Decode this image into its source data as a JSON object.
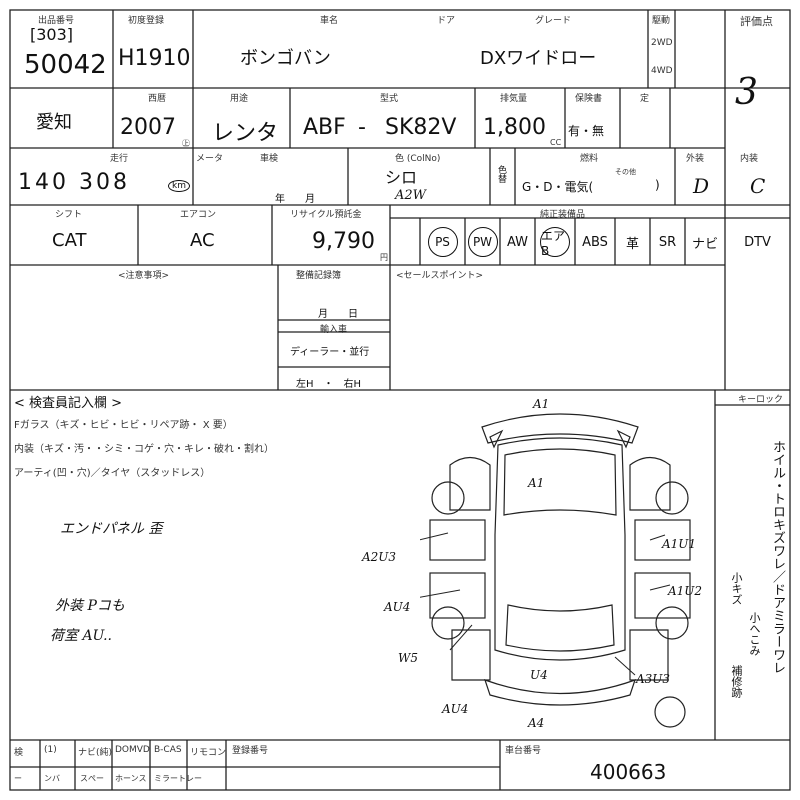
{
  "header": {
    "lot_label": "出品番号",
    "lot_sub": "[303]",
    "lot_no": "50042",
    "first_reg_label": "初度登録",
    "first_reg": "H1910",
    "model_name_label": "車名",
    "door_label": "ドア",
    "grade_label": "グレード",
    "model_name": "ボンゴバン",
    "grade": "DXワイドロー",
    "drive_label": "駆動",
    "drive_2wd": "2WD",
    "drive_4wd": "4WD",
    "score_label": "評価点",
    "score": "3"
  },
  "row2": {
    "region": "愛知",
    "year_label": "西暦",
    "year": "2007",
    "use_label": "用途",
    "use": "レンタ",
    "type_label": "型式",
    "type_prefix": "ABF",
    "type_dash": "-",
    "type_code": "SK82V",
    "cc_label": "排気量",
    "cc": "1,800",
    "cc_unit": "CC",
    "ins_label": "保険書",
    "ins": "有・無",
    "cap_label": "定",
    "yen_mark": "㊤"
  },
  "row3": {
    "mileage_label": "走行",
    "mileage": "140 308",
    "mileage_unit": "km",
    "meter_label": "メータ",
    "inspect_label": "車検",
    "inspect_ym": "年　　月",
    "color_label": "色 (ColNo)",
    "color": "シロ",
    "color_code": "A2W",
    "change_label": "色替",
    "fuel_label": "燃料",
    "fuel": "G・D・電気(",
    "fuel_other": "その他",
    "fuel_close": ")",
    "ext_label": "外装",
    "ext": "D",
    "int_label": "内装",
    "int": "C"
  },
  "row4": {
    "shift_label": "シフト",
    "shift": "CAT",
    "ac_label": "エアコン",
    "ac": "AC",
    "recycle_label": "リサイクル預託金",
    "recycle": "9,790",
    "recycle_unit": "円",
    "equip_label": "純正装備品",
    "equip": [
      "PS",
      "PW",
      "AW",
      "エアB",
      "ABS",
      "革",
      "SR",
      "ナビ",
      "DTV"
    ],
    "circled": [
      true,
      true,
      false,
      true,
      false,
      false,
      false,
      false,
      false
    ]
  },
  "notes": {
    "caution_label": "<注意事項>",
    "record_label": "整備記録簿",
    "md_label": "月　　日",
    "entry_label": "輸入車",
    "dealer": "ディーラー・並行",
    "handle": "左H　・　右H",
    "sales_label": "<セールスポイント>"
  },
  "inspector": {
    "title": "< 検査員記入欄 >",
    "glass": "Fガラス（キズ・ヒビ・ヒビ・リペア跡・ X 要）",
    "interior": "内装（キズ・汚・・シミ・コゲ・穴・キレ・破れ・割れ）",
    "tire": "アーティ(凹・穴)／タイヤ（スタッドレス）",
    "note1": "エンドパネル 歪",
    "note2": "外装 Pコも",
    "note3": "荷室 AU.."
  },
  "diagram_marks": [
    "A1",
    "A1",
    "A2U3",
    "A1U1",
    "AU4",
    "A1U2",
    "W5",
    "U4",
    "A3U3",
    "AU4",
    "A4"
  ],
  "side_panel": {
    "top_label": "キーロック",
    "vertical_note": "ホイル・トロキズワレ／ドアミラーワレ",
    "small1": "小キズ",
    "small2": "小へこみ",
    "small3": "補修跡"
  },
  "footer": {
    "labels": [
      "検",
      "(1)",
      "ナビ(純)",
      "DOMVD",
      "B-CAS",
      "リモコン"
    ],
    "labels2": [
      "ー",
      "ンバ",
      "スぺー",
      "ホーンス",
      "ミラートレー"
    ],
    "mark_label": "登録番号",
    "chassis_label": "車台番号",
    "chassis": "400663"
  }
}
